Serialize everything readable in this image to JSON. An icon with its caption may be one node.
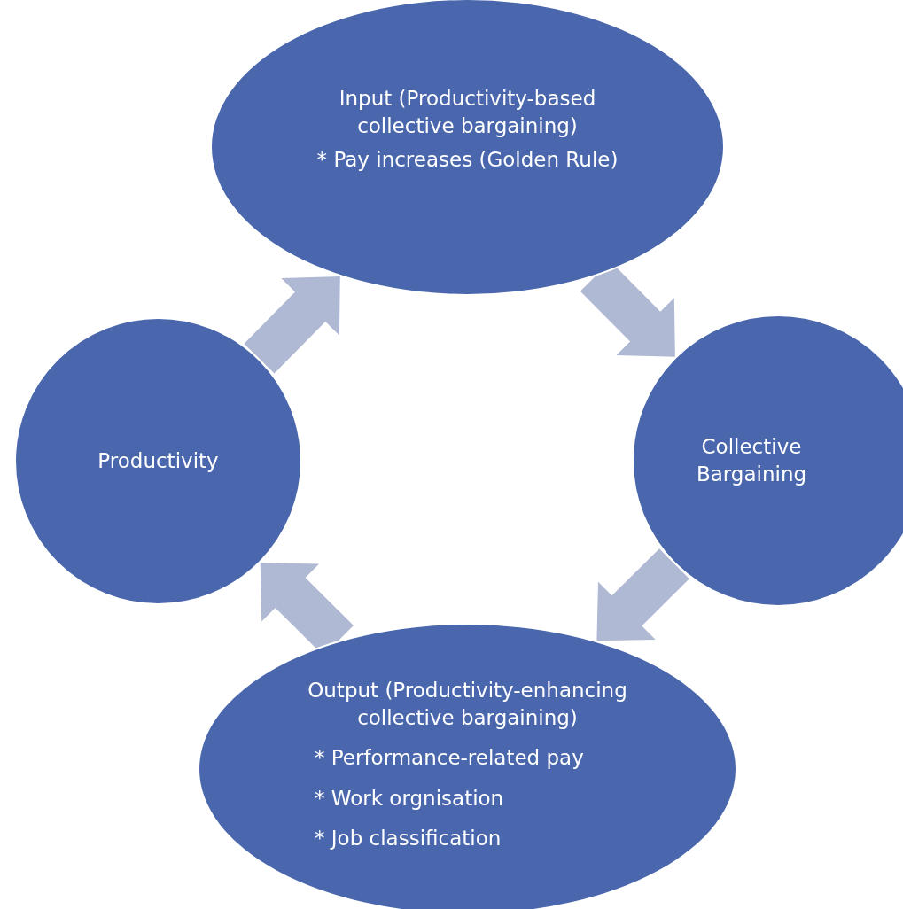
{
  "diagram": {
    "nodes": [
      {
        "text": [
          "Input (Productivity-based collective bargaining)",
          "* Pay increases (Golden Rule)"
        ]
      },
      {
        "text": [
          "Collective Bargaining"
        ]
      },
      {
        "text": [
          "Output (Productivity-enhancing collective bargaining)",
          "* Performance-related pay",
          "* Work orgnisation",
          "* Job classification"
        ]
      },
      {
        "text": [
          "Productivity"
        ]
      }
    ],
    "edges": [
      {
        "from": 3,
        "to": 0,
        "arrow": "to"
      },
      {
        "from": 0,
        "to": 1,
        "arrow": "to"
      },
      {
        "from": 1,
        "to": 2,
        "arrow": "to"
      },
      {
        "from": 2,
        "to": 3,
        "arrow": "to"
      }
    ]
  }
}
